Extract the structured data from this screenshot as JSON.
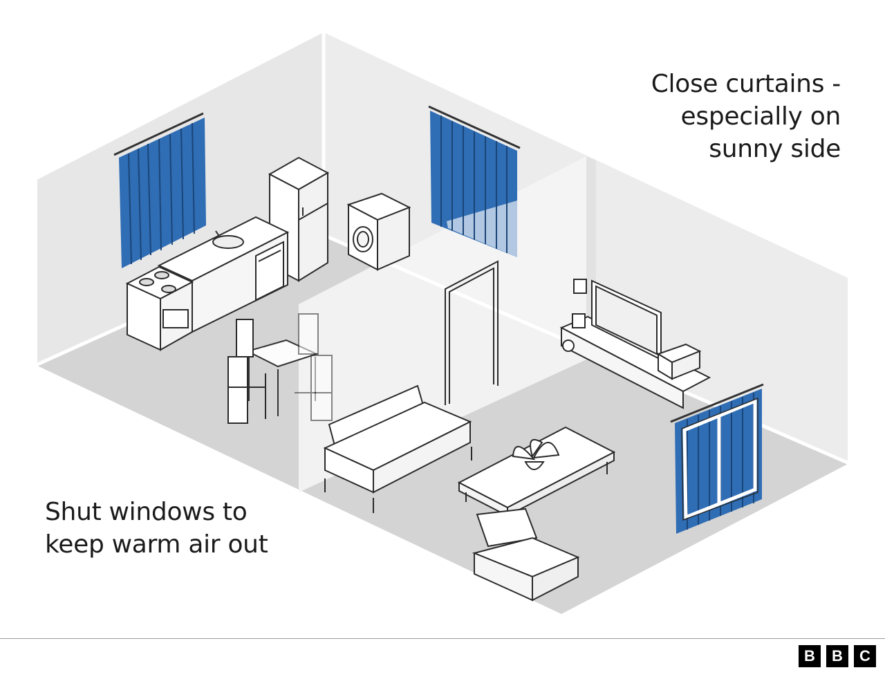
{
  "captions": {
    "curtains": {
      "lines": [
        "Close curtains -",
        "especially on",
        "sunny side"
      ]
    },
    "windows": {
      "lines": [
        "Shut windows to",
        "keep warm air out"
      ]
    }
  },
  "logo": {
    "letters": [
      "B",
      "B",
      "C"
    ]
  },
  "colors": {
    "curtain": "#2f6db4",
    "curtain_dark": "#1d4f8c",
    "wall": "#e6e6e6",
    "floor": "#d3d3d3",
    "furniture": "#ffffff",
    "outline": "#2a2a2a",
    "window_glow": "#c9d8ea"
  },
  "icons": [
    "curtain-icon",
    "fridge-icon",
    "washing-machine-icon",
    "oven-icon",
    "sink-icon",
    "dishwasher-icon",
    "dining-table-icon",
    "chair-icon",
    "sofa-icon",
    "armchair-icon",
    "coffee-table-icon",
    "plant-icon",
    "tv-icon",
    "speaker-icon",
    "stereo-icon",
    "doorway-icon",
    "window-icon"
  ]
}
